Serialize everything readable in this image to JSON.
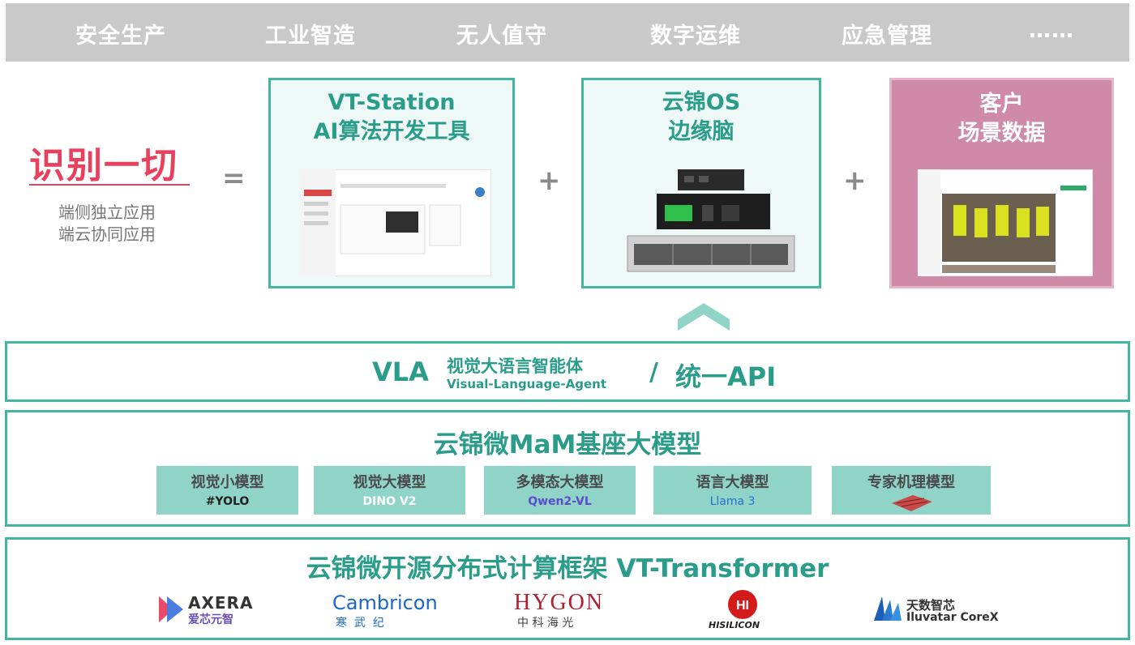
{
  "scenarios": [
    "安全生产",
    "工业智造",
    "无人值守",
    "数字运维",
    "应急管理",
    "……"
  ],
  "left": {
    "headline": "识别一切",
    "line1": "端侧独立应用",
    "line2": "端云协同应用"
  },
  "operators": {
    "equals": "=",
    "plus1": "+",
    "plus2": "+"
  },
  "vt_station": {
    "title1": "VT-Station",
    "title2": "AI算法开发工具"
  },
  "os_box": {
    "title1": "云锦OS",
    "title2": "边缘脑"
  },
  "customer": {
    "title1": "客户",
    "title2": "场景数据"
  },
  "vla": {
    "abbr": "VLA",
    "cn": "视觉大语言智能体",
    "en": "Visual-Language-Agent",
    "sep": "/",
    "api": "统一API"
  },
  "mam": {
    "title": "云锦微MaM基座大模型",
    "models": [
      {
        "label": "视觉小模型",
        "logo": "#YOLO"
      },
      {
        "label": "视觉大模型",
        "logo": "DINO V2"
      },
      {
        "label": "多模态大模型",
        "logo": "Qwen2-VL"
      },
      {
        "label": "语言大模型",
        "logo": "Llama 3"
      },
      {
        "label": "专家机理模型",
        "logo": ""
      }
    ]
  },
  "framework": {
    "title": "云锦微开源分布式计算框架 VT-Transformer",
    "vendors": [
      {
        "name": "AXERA",
        "sub": "爱芯元智"
      },
      {
        "name": "Cambricon",
        "sub": "寒  武  纪"
      },
      {
        "name": "HYGON",
        "sub": "中 科 海 光"
      },
      {
        "name": "HISILICON",
        "sub": ""
      },
      {
        "name": "天数智芯",
        "sub": "Iluvatar CoreX"
      }
    ]
  },
  "colors": {
    "teal": "#2a9d8a",
    "border": "#45b5a3",
    "chip": "#8fd4c7",
    "pink": "#cf8aa8",
    "red": "#e8405d",
    "topbar": "#c9c9c9"
  }
}
